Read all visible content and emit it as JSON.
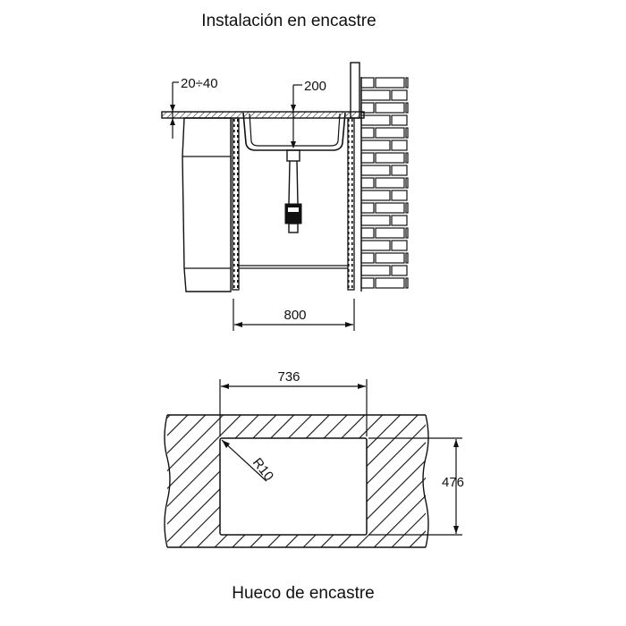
{
  "titles": {
    "top": "Instalación en encastre",
    "bottom": "Hueco de encastre"
  },
  "dimensions": {
    "countertop_thickness": "20÷40",
    "bowl_depth": "200",
    "cabinet_width": "800",
    "cutout_width": "736",
    "cutout_depth": "476",
    "corner_radius": "R10"
  },
  "colors": {
    "ink": "#111111",
    "background": "#ffffff"
  }
}
